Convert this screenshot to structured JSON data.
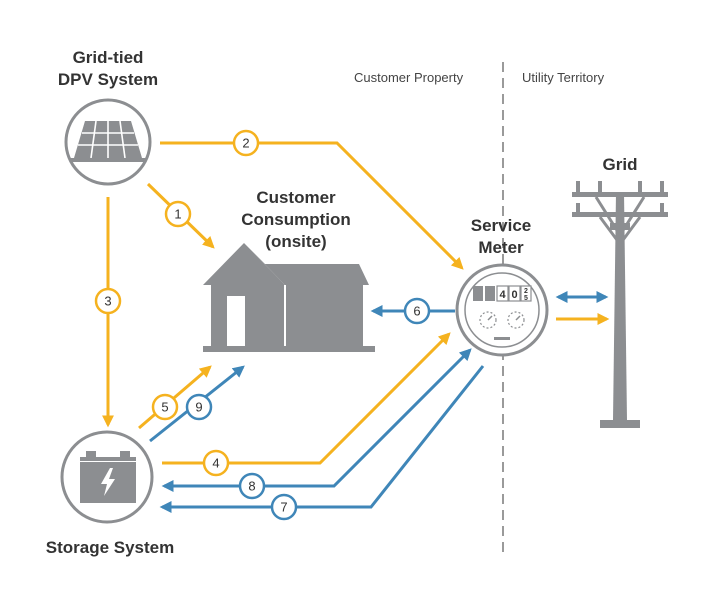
{
  "regions": {
    "left": "Customer Property",
    "right": "Utility Territory"
  },
  "nodes": {
    "dpv": {
      "line1": "Grid-tied",
      "line2": "DPV System",
      "icon": "solar-panel-icon"
    },
    "consumption": {
      "line1": "Customer",
      "line2": "Consumption",
      "line3": "(onsite)",
      "icon": "house-icon"
    },
    "meter": {
      "line1": "Service",
      "line2": "Meter",
      "icon": "meter-icon",
      "digits": [
        "4",
        "0"
      ],
      "fraction": [
        "2",
        "5"
      ]
    },
    "grid": {
      "label": "Grid",
      "icon": "utility-pole-icon"
    },
    "storage": {
      "label": "Storage System",
      "icon": "battery-icon"
    }
  },
  "flows": [
    {
      "id": "1",
      "from": "dpv",
      "to": "consumption",
      "color": "#F5B21F"
    },
    {
      "id": "2",
      "from": "dpv",
      "to": "meter",
      "color": "#F5B21F"
    },
    {
      "id": "3",
      "from": "dpv",
      "to": "storage",
      "color": "#F5B21F"
    },
    {
      "id": "4",
      "from": "storage",
      "to": "meter",
      "color": "#F5B21F"
    },
    {
      "id": "5",
      "from": "storage",
      "to": "consumption",
      "color": "#F5B21F"
    },
    {
      "id": "6",
      "from": "meter",
      "to": "consumption",
      "color": "#3F86B8"
    },
    {
      "id": "7",
      "from": "meter",
      "to": "storage",
      "color": "#3F86B8"
    },
    {
      "id": "8",
      "from": "meter",
      "to": "storage",
      "color": "#3F86B8"
    },
    {
      "id": "9",
      "from": "storage",
      "to": "consumption",
      "color": "#3F86B8"
    }
  ],
  "colors": {
    "solar": "#F5B21F",
    "grid": "#3F86B8",
    "icon": "#8C8E91",
    "divider": "#9A9A9A"
  }
}
